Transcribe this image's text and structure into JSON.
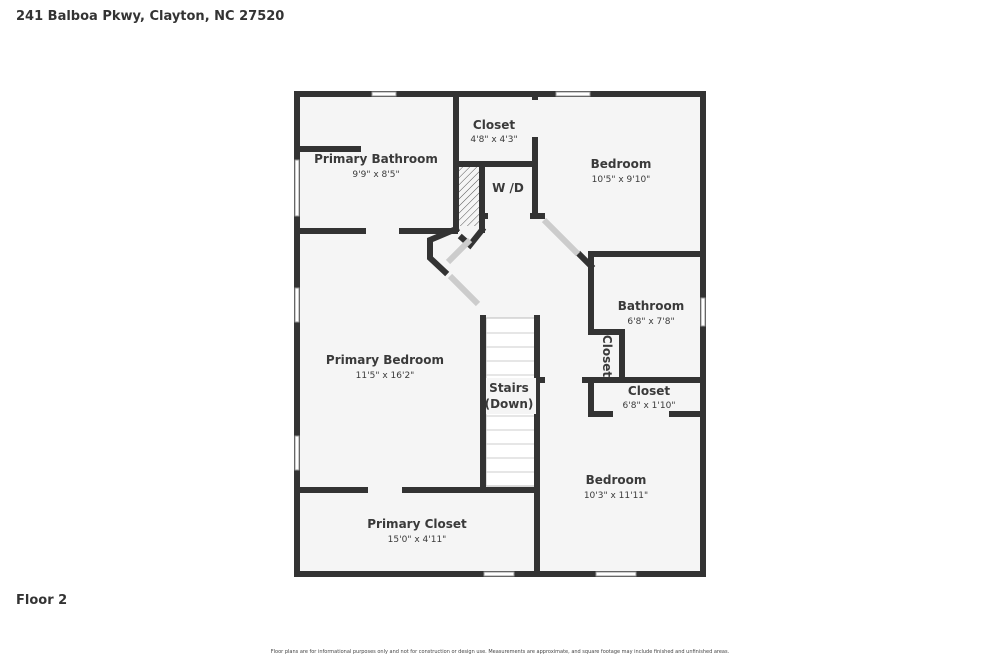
{
  "header": {
    "address": "241 Balboa Pkwy, Clayton, NC 27520"
  },
  "floor_label": "Floor 2",
  "disclaimer": "Floor plans are for informational purposes only and not for construction or design use. Measurements are approximate, and square footage may include finished and unfinished areas.",
  "colors": {
    "wall": "#333333",
    "floor": "#f5f5f5",
    "window": "#ffffff"
  },
  "rooms": [
    {
      "name": "Primary Bathroom",
      "dims": "9'9\" x 8'5\""
    },
    {
      "name": "Closet",
      "dims": "4'8\" x 4'3\""
    },
    {
      "name": "Bedroom",
      "dims": "10'5\" x 9'10\""
    },
    {
      "name": "W /D",
      "dims": ""
    },
    {
      "name": "Bathroom",
      "dims": "6'8\" x 7'8\""
    },
    {
      "name": "Closet",
      "dims": ""
    },
    {
      "name": "Primary Bedroom",
      "dims": "11'5\" x 16'2\""
    },
    {
      "name": "Stairs",
      "dims": "(Down)"
    },
    {
      "name": "Closet",
      "dims": "6'8\" x 1'10\""
    },
    {
      "name": "Bedroom",
      "dims": "10'3\" x 11'11\""
    },
    {
      "name": "Primary Closet",
      "dims": "15'0\" x 4'11\""
    }
  ]
}
